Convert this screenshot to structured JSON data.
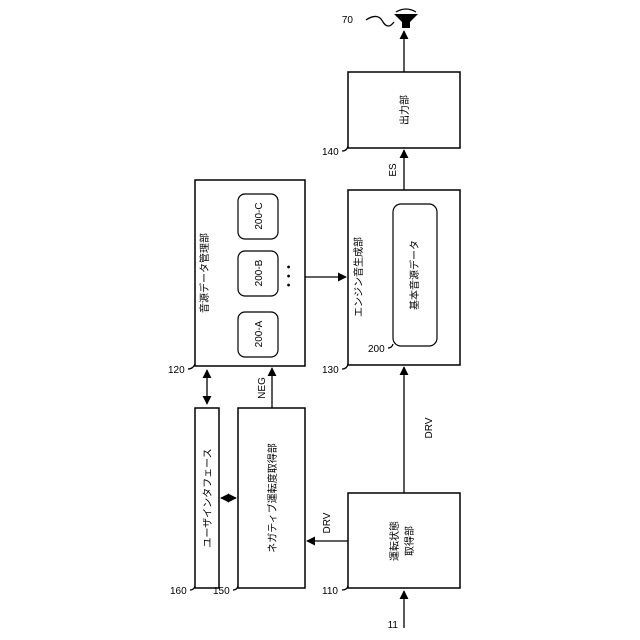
{
  "blocks": {
    "source_data_manager": {
      "label": "音源データ管理部",
      "ref": "120"
    },
    "engine_sound_generator": {
      "label": "エンジン音生成部",
      "ref": "130"
    },
    "output_unit": {
      "label": "出力部",
      "ref": "140"
    },
    "user_interface": {
      "label": "ユーザインタフェース",
      "ref": "160"
    },
    "negative_drive_acquisition": {
      "label": "ネガティブ運転度取得部",
      "ref": "150"
    },
    "drive_state_acquisition": {
      "label_line1": "運転状態",
      "label_line2": "取得部",
      "ref": "110"
    },
    "basic_source_data": {
      "label": "基本音源データ",
      "ref": "200"
    }
  },
  "sources": [
    {
      "label": "200-A"
    },
    {
      "label": "200-B"
    },
    {
      "label": "200-C"
    }
  ],
  "ellipsis": "• • •",
  "signals": {
    "neg": "NEG",
    "drv_left": "DRV",
    "drv_right": "DRV",
    "es": "ES"
  },
  "refs": {
    "speaker": "70",
    "input": "11"
  }
}
